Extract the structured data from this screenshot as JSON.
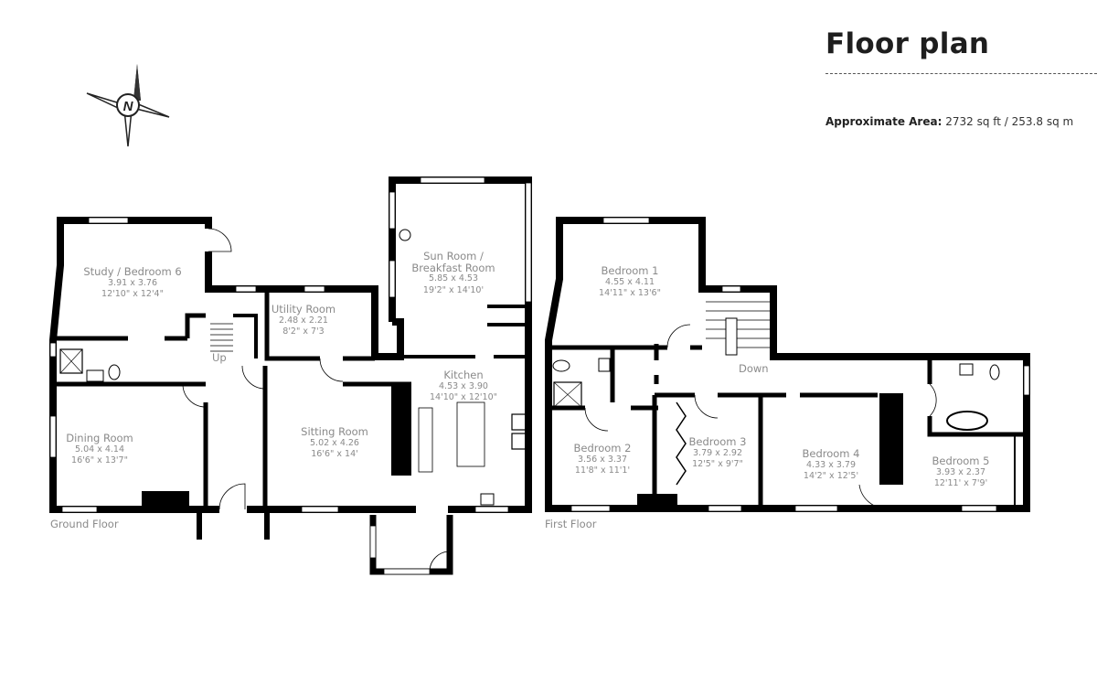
{
  "header": {
    "title": "Floor plan",
    "area_label": "Approximate Area:",
    "area_value": "2732 sq ft / 253.8 sq m"
  },
  "compass": {
    "label": "N",
    "icon": "compass-north-icon"
  },
  "ground_floor": {
    "label": "Ground Floor",
    "stairs_label": "Up",
    "rooms": [
      {
        "name": "Study / Bedroom 6",
        "metric": "3.91 x 3.76",
        "imperial": "12'10\" x 12'4\""
      },
      {
        "name": "Utility Room",
        "metric": "2.48 x 2.21",
        "imperial": "8'2\" x 7'3"
      },
      {
        "name": "Sun Room /",
        "name2": "Breakfast Room",
        "metric": "5.85 x 4.53",
        "imperial": "19'2\" x 14'10'"
      },
      {
        "name": "Kitchen",
        "metric": "4.53 x 3.90",
        "imperial": "14'10\" x 12'10\""
      },
      {
        "name": "Dining Room",
        "metric": "5.04 x 4.14",
        "imperial": "16'6\" x 13'7\""
      },
      {
        "name": "Sitting Room",
        "metric": "5.02 x 4.26",
        "imperial": "16'6\" x 14'"
      }
    ]
  },
  "first_floor": {
    "label": "First Floor",
    "stairs_label": "Down",
    "rooms": [
      {
        "name": "Bedroom 1",
        "metric": "4.55 x 4.11",
        "imperial": "14'11\" x 13'6\""
      },
      {
        "name": "Bedroom 2",
        "metric": "3.56 x 3.37",
        "imperial": "11'8\" x 11'1'"
      },
      {
        "name": "Bedroom 3",
        "metric": "3.79 x 2.92",
        "imperial": "12'5\" x 9'7\""
      },
      {
        "name": "Bedroom 4",
        "metric": "4.33 x 3.79",
        "imperial": "14'2\" x 12'5'"
      },
      {
        "name": "Bedroom 5",
        "metric": "3.93 x 2.37",
        "imperial": "12'11' x 7'9'"
      }
    ]
  },
  "colors": {
    "wall": "#000000",
    "label": "#8a8a8a",
    "title": "#1e1e1e"
  }
}
